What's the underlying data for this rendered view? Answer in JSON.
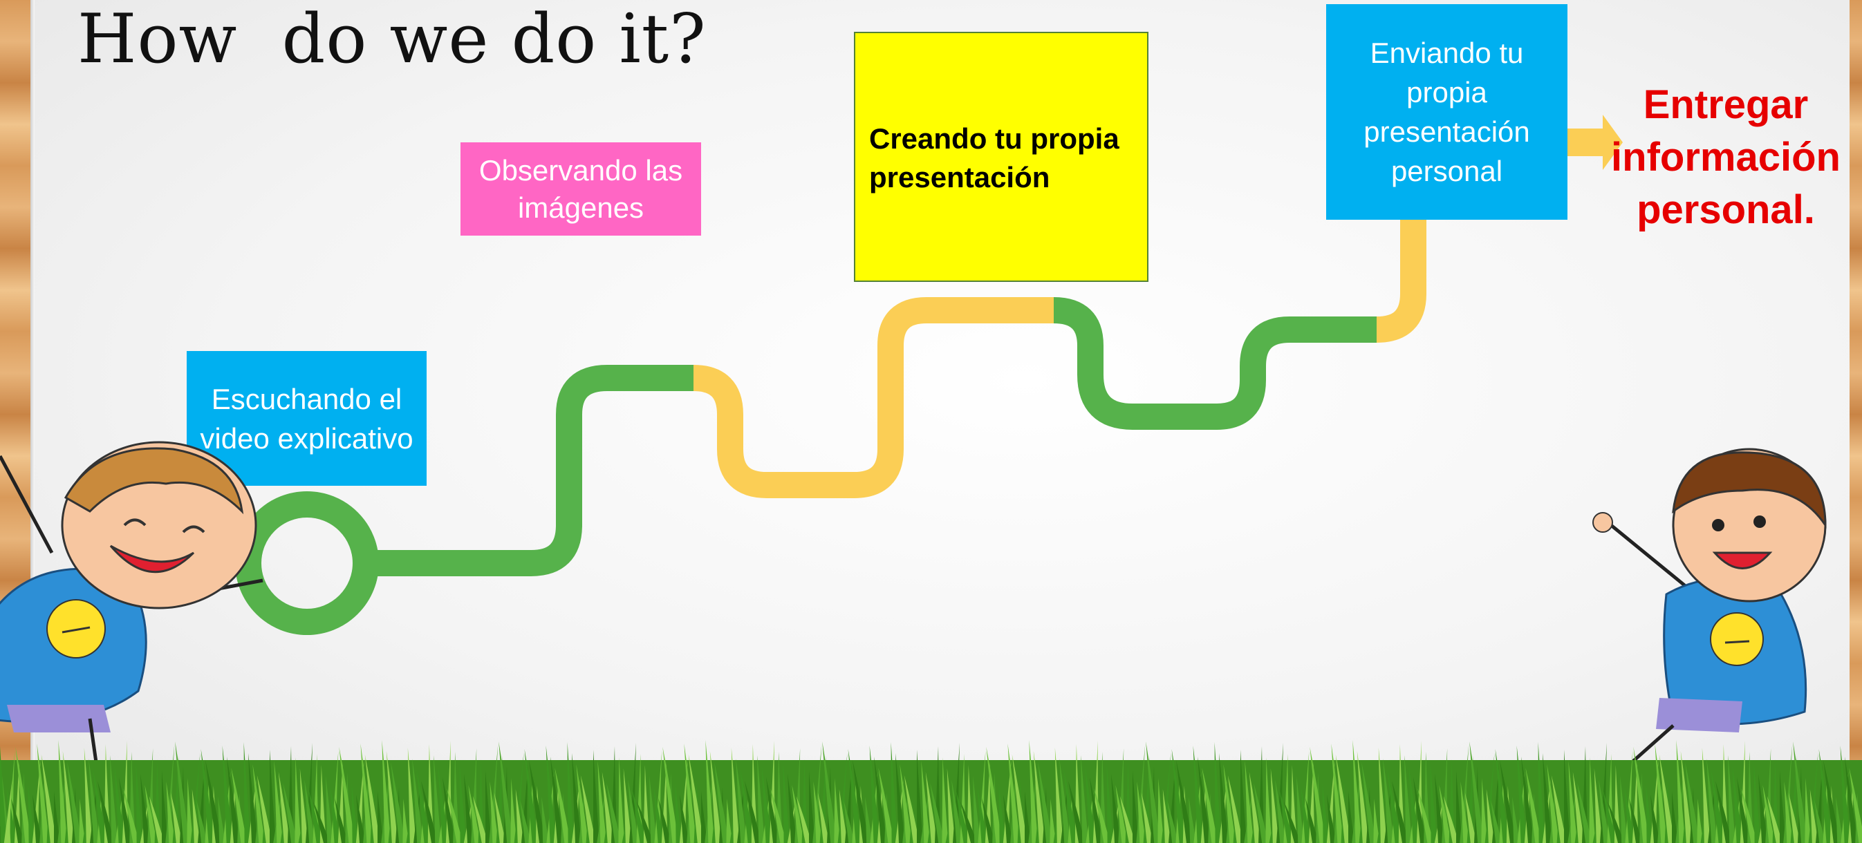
{
  "slide": {
    "title": "How  do we do it?",
    "steps": {
      "escuchando": "Escuchando el video explicativo",
      "observando": "Observando las imágenes",
      "creando": "Creando tu propia presentación",
      "enviando": "Enviando tu propia presentación personal"
    },
    "goal": "Entregar información personal."
  },
  "colors": {
    "path_green": "#56b24b",
    "path_yellow": "#fbce55",
    "box_blue": "#00b0f0",
    "box_pink": "#ff66c4",
    "box_yellow": "#ffff00",
    "goal_red": "#e60000"
  },
  "icons": [
    "road-path",
    "start-ring-icon",
    "arrow-right-icon",
    "boy-left-illustration",
    "boy-right-illustration",
    "grass-illustration"
  ]
}
